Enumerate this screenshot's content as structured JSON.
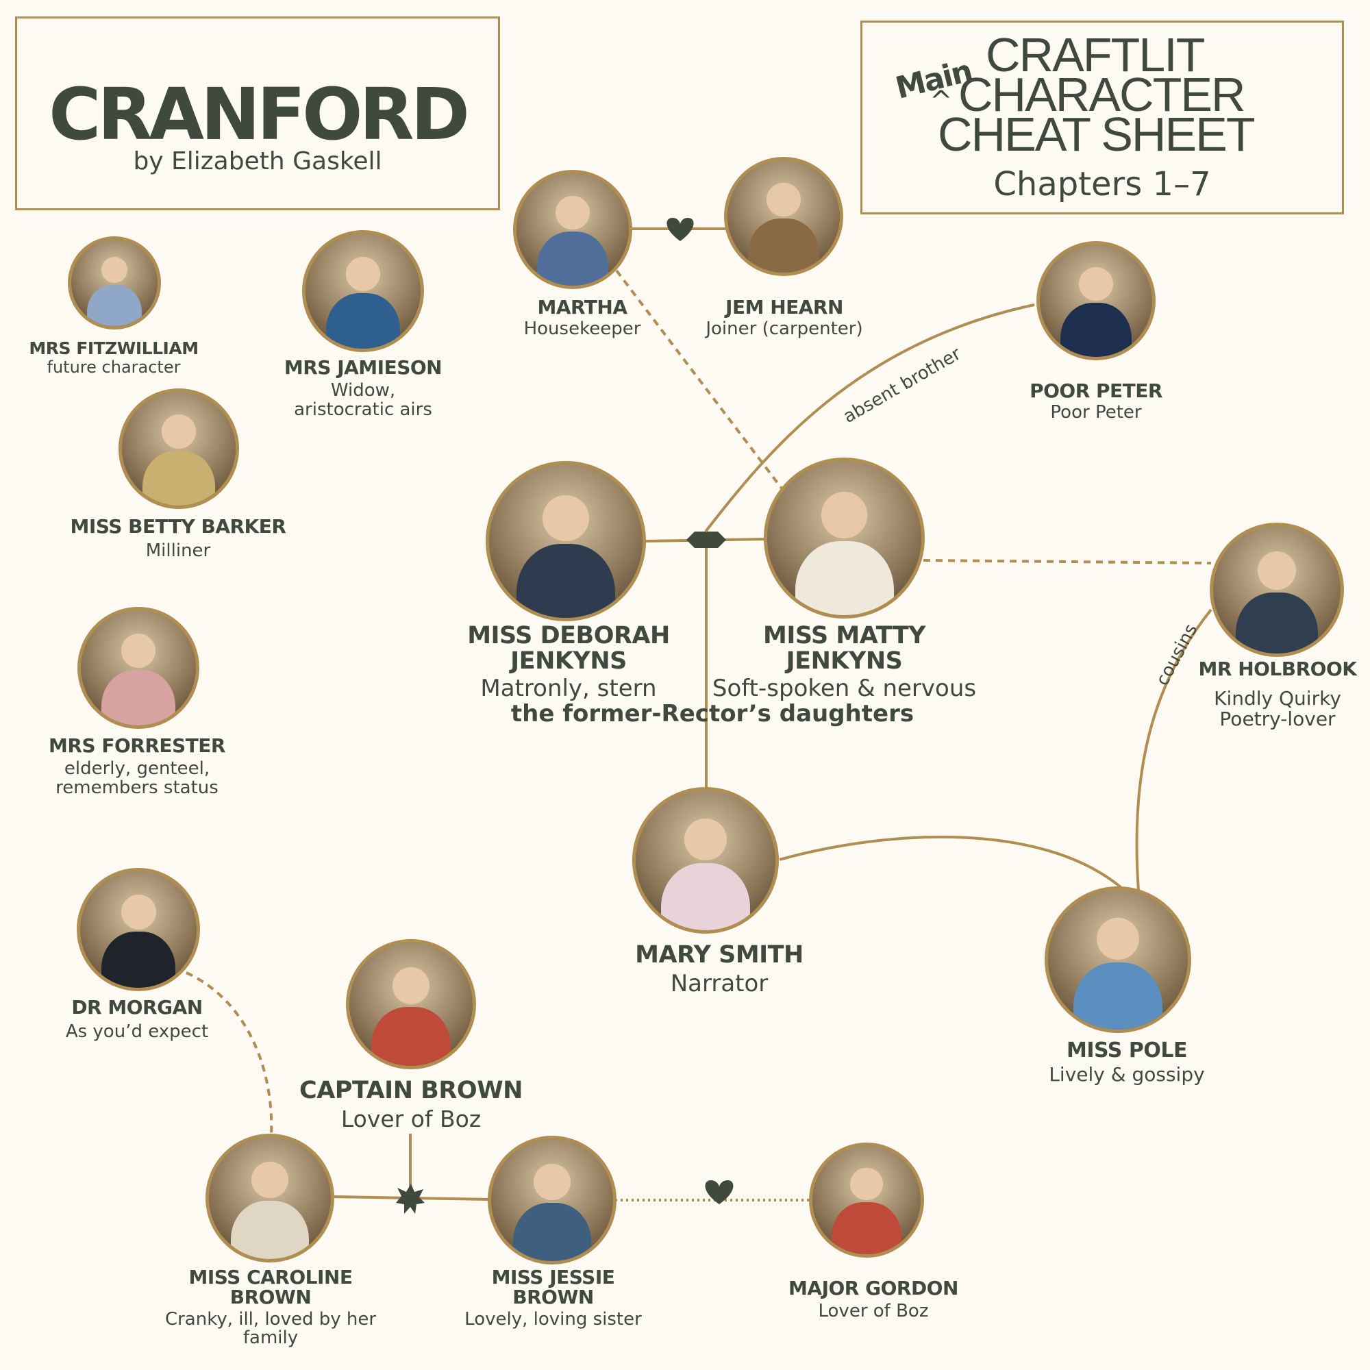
{
  "title": {
    "main": "CRANFORD",
    "author": "by Elizabeth Gaskell"
  },
  "sheet": {
    "prefix": "Main",
    "lines": [
      "CRAFTLIT",
      "CHARACTER",
      "CHEAT SHEET"
    ],
    "chapters": "Chapters 1–7"
  },
  "colors": {
    "accent": "#b08d50",
    "ink": "#3f4a3c",
    "background": "#fdf9f3"
  },
  "characters": [
    {
      "id": "martha",
      "name": "MARTHA",
      "desc": "Housekeeper"
    },
    {
      "id": "jem-hearn",
      "name": "JEM HEARN",
      "desc": "Joiner (carpenter)"
    },
    {
      "id": "poor-peter",
      "name": "POOR PETER",
      "desc": "Poor Peter"
    },
    {
      "id": "mrs-fitzwilliam",
      "name": "MRS FITZWILLIAM",
      "desc": "future character"
    },
    {
      "id": "mrs-jamieson",
      "name": "MRS JAMIESON",
      "desc": "Widow,\naristocratic airs"
    },
    {
      "id": "miss-betty-barker",
      "name": "MISS BETTY BARKER",
      "desc": "Milliner"
    },
    {
      "id": "mrs-forrester",
      "name": "MRS FORRESTER",
      "desc": "elderly, genteel,\nremembers status"
    },
    {
      "id": "miss-deborah",
      "name": "MISS DEBORAH\nJENKYNS",
      "desc": "Matronly, stern"
    },
    {
      "id": "miss-matty",
      "name": "MISS MATTY\nJENKYNS",
      "desc": "Soft-spoken & nervous"
    },
    {
      "id": "mr-holbrook",
      "name": "MR HOLBROOK",
      "desc": "Kindly Quirky\nPoetry-lover"
    },
    {
      "id": "mary-smith",
      "name": "MARY SMITH",
      "desc": "Narrator"
    },
    {
      "id": "miss-pole",
      "name": "MISS POLE",
      "desc": "Lively & gossipy"
    },
    {
      "id": "dr-morgan",
      "name": "DR MORGAN",
      "desc": "As you’d expect"
    },
    {
      "id": "captain-brown",
      "name": "CAPTAIN BROWN",
      "desc": "Lover of Boz"
    },
    {
      "id": "miss-caroline",
      "name": "MISS CAROLINE\nBROWN",
      "desc": "Cranky, ill, loved by her\nfamily"
    },
    {
      "id": "miss-jessie",
      "name": "MISS JESSIE\nBROWN",
      "desc": "Lovely, loving sister"
    },
    {
      "id": "major-gordon",
      "name": "MAJOR GORDON",
      "desc": "Lover of Boz"
    }
  ],
  "group_caption": "the former-Rector’s daughters",
  "relations": {
    "absent_brother": "absent brother",
    "cousins": "cousins"
  }
}
